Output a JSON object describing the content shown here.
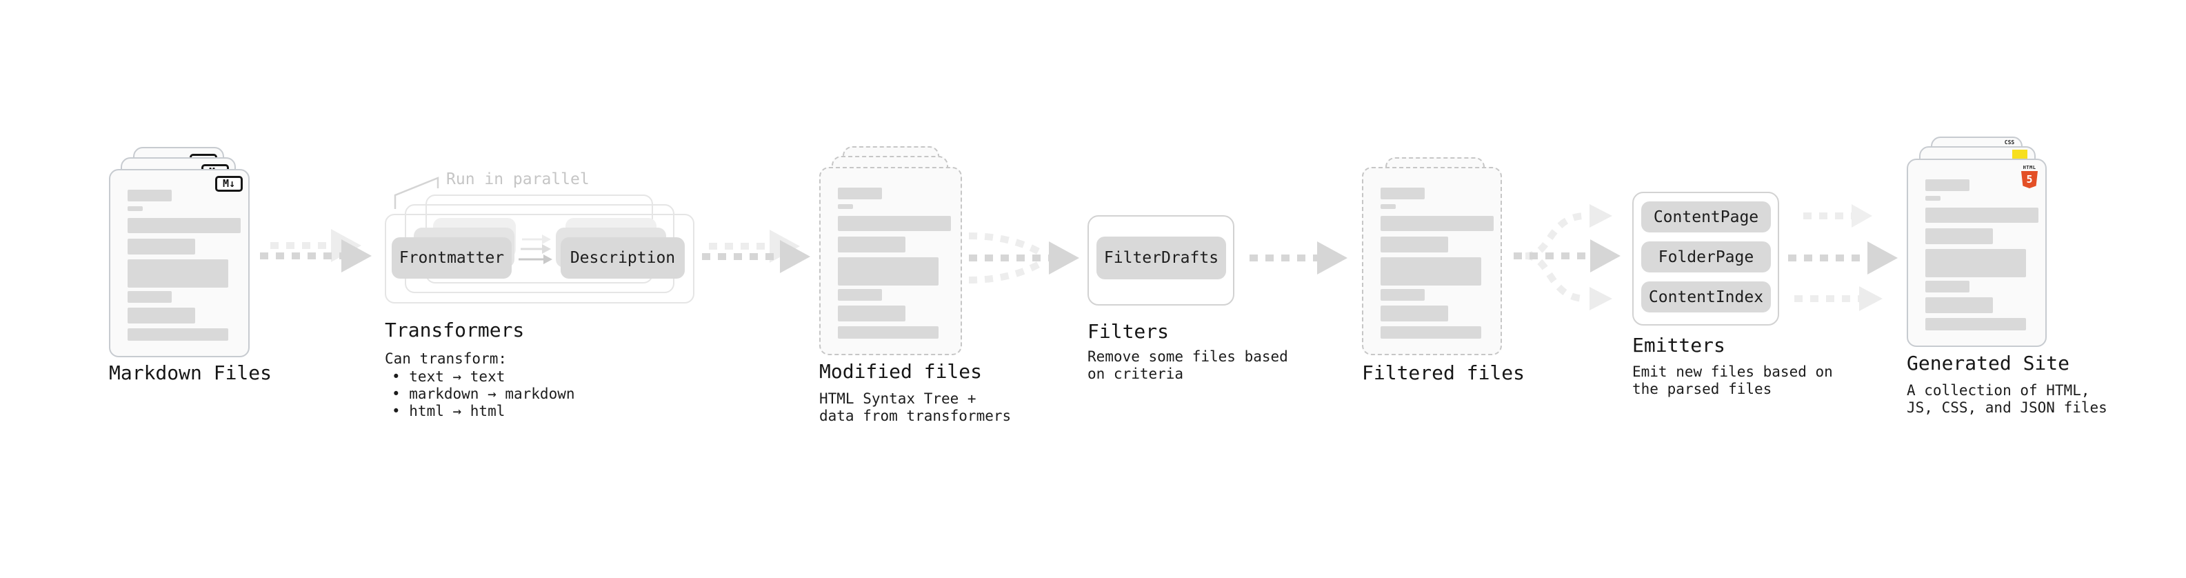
{
  "colors": {
    "html5_orange": "#e34f26",
    "js_yellow": "#f7df1e",
    "css_blue": "#2b62e9",
    "doc_bar_gray": "#d9d9d9",
    "pill_gray": "#d9d9d9"
  },
  "markdown": {
    "title": "Markdown Files",
    "badge": "M↓"
  },
  "transformers": {
    "title": "Transformers",
    "annotation": "Run in parallel",
    "button1": "Frontmatter",
    "button2": "Description",
    "caption": "Can transform:",
    "bullet1": "• text → text",
    "bullet2": "• markdown → markdown",
    "bullet3": "• html → html"
  },
  "modified": {
    "title": "Modified files",
    "caption1": "HTML Syntax Tree +",
    "caption2": "data from transformers"
  },
  "filters": {
    "title": "Filters",
    "button1": "FilterDrafts",
    "caption1": "Remove some files based",
    "caption2": "on criteria"
  },
  "filtered": {
    "title": "Filtered files"
  },
  "emitters": {
    "title": "Emitters",
    "button1": "ContentPage",
    "button2": "FolderPage",
    "button3": "ContentIndex",
    "caption1": "Emit new files based on",
    "caption2": "the parsed files"
  },
  "generated": {
    "title": "Generated Site",
    "caption1": "A collection of HTML,",
    "caption2": "JS, CSS, and JSON files",
    "badge_html_label": "HTML",
    "badge_html_number": "5",
    "badge_css": "CSS"
  }
}
